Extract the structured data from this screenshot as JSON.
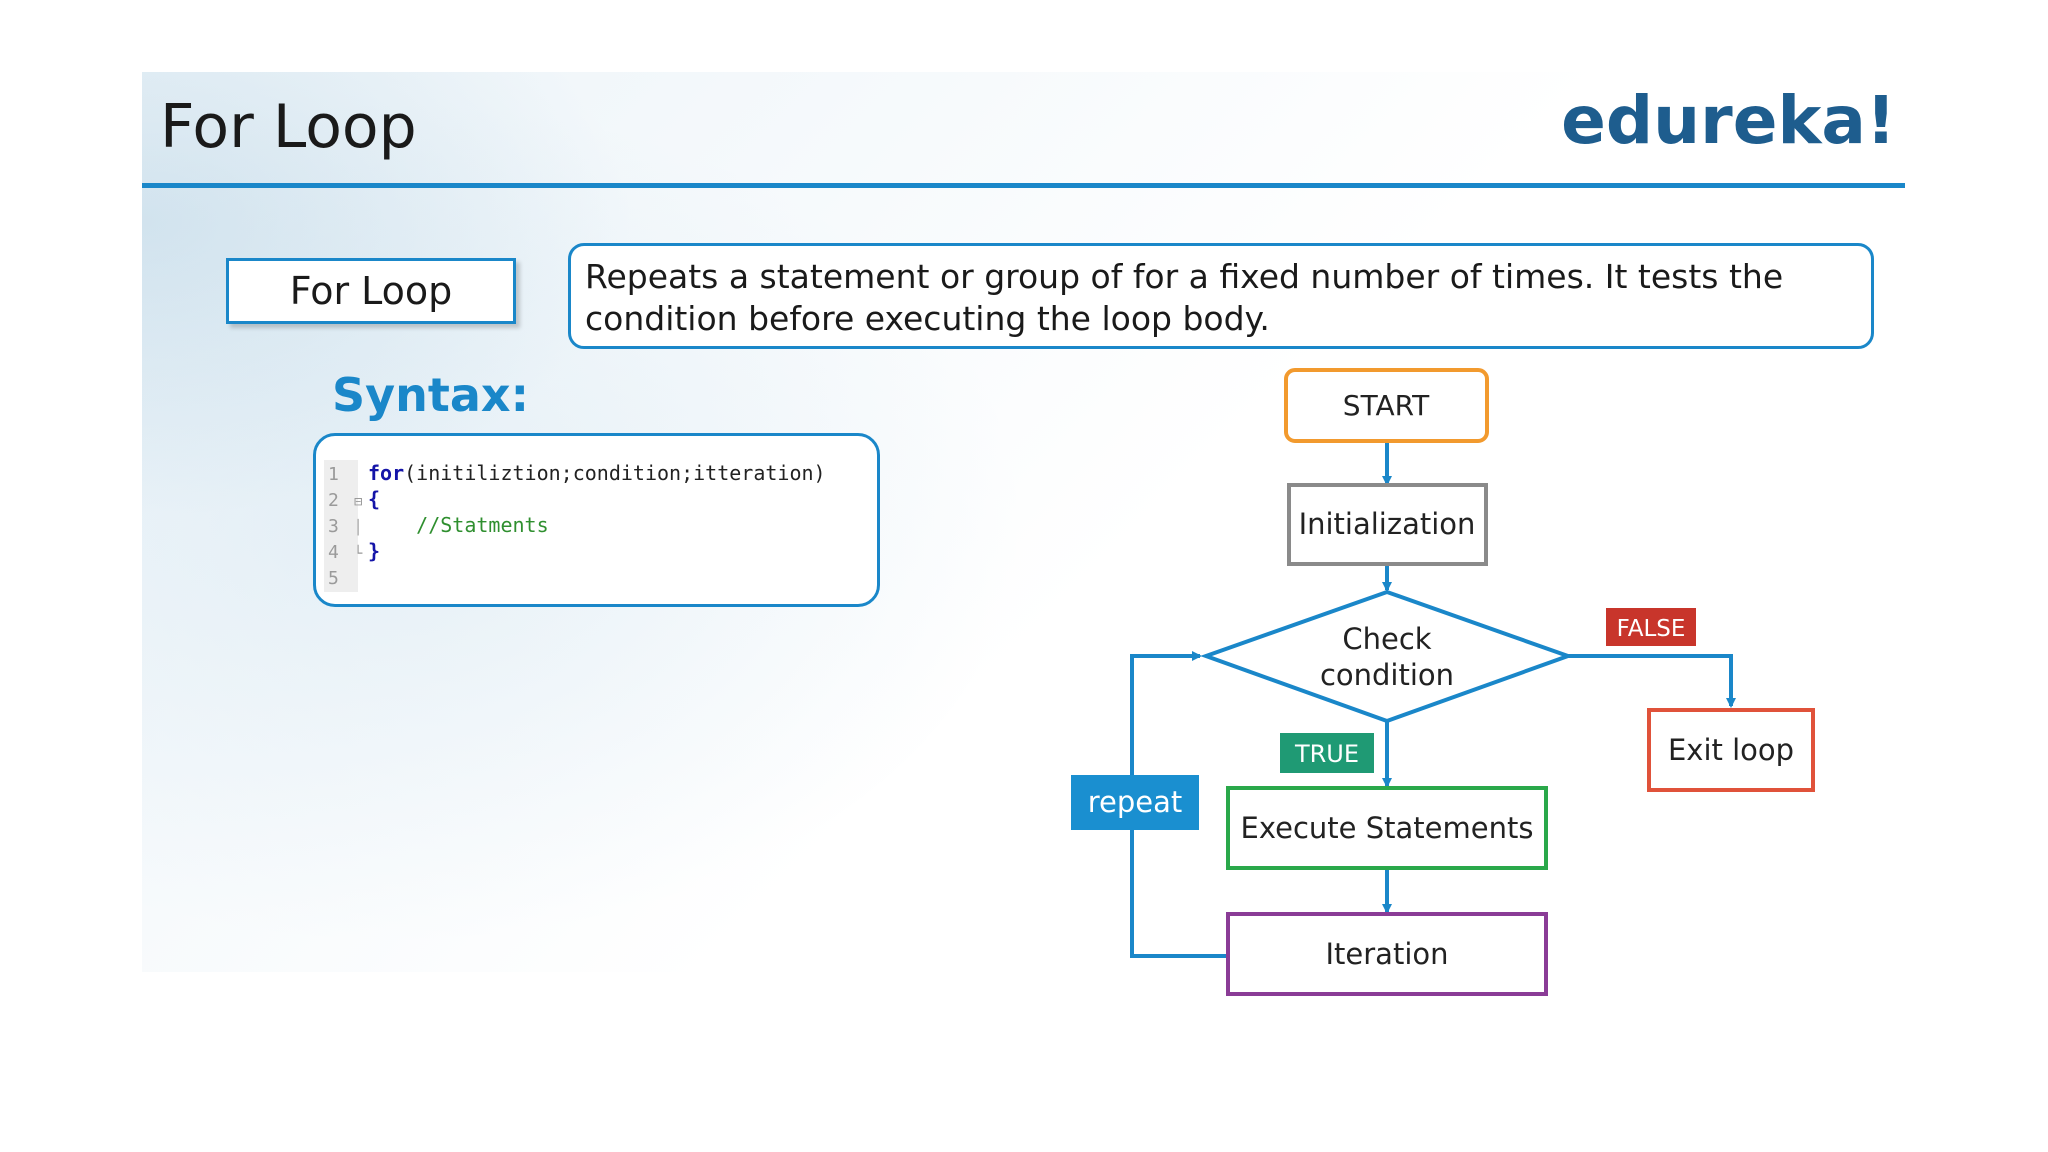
{
  "slide": {
    "title": "For Loop",
    "brand": "edureka!"
  },
  "definition": {
    "term": "For Loop",
    "text_line1": "Repeats a statement or group of for a fixed number of times. It tests the",
    "text_line2": "condition before executing the loop body."
  },
  "syntax": {
    "heading": "Syntax:",
    "lines": [
      {
        "num": "1",
        "fold": "",
        "keyword": "for",
        "code": "(initiliztion;condition;itteration)",
        "comment": ""
      },
      {
        "num": "2",
        "fold": "⊟",
        "keyword": "",
        "code": "{",
        "comment": ""
      },
      {
        "num": "3",
        "fold": "│",
        "keyword": "",
        "code": "",
        "comment": "    //Statments"
      },
      {
        "num": "4",
        "fold": "└",
        "keyword": "",
        "code": "}",
        "comment": ""
      },
      {
        "num": "5",
        "fold": "",
        "keyword": "",
        "code": "",
        "comment": ""
      }
    ]
  },
  "flowchart": {
    "start": "START",
    "init": "Initialization",
    "check_line1": "Check",
    "check_line2": "condition",
    "true_label": "TRUE",
    "false_label": "FALSE",
    "execute": "Execute Statements",
    "iteration": "Iteration",
    "exit": "Exit loop",
    "repeat": "repeat",
    "colors": {
      "start": "#f29a2e",
      "init": "#8a8a8a",
      "check": "#1a87c9",
      "execute": "#2aa84a",
      "iteration": "#8a3c96",
      "exit": "#e0523a",
      "true_bg": "#1f9a74",
      "false_bg": "#c8352b",
      "repeat_bg": "#1a8fd0",
      "arrow": "#1a87c9"
    }
  }
}
